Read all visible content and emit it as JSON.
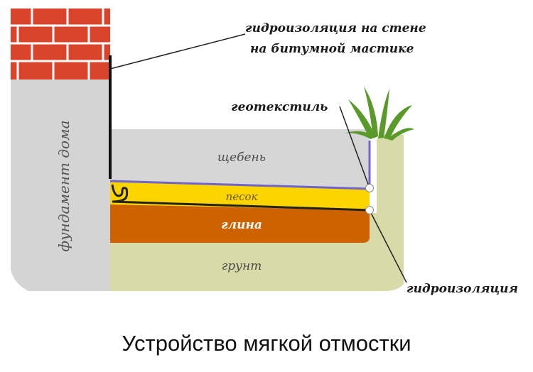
{
  "diagram": {
    "callouts": {
      "wall_waterproofing_line1": "гидроизоляция на стене",
      "wall_waterproofing_line2": "на битумной мастике",
      "geotextile": "геотекстиль",
      "waterproofing": "гидроизоляция"
    },
    "layers": {
      "crushed_stone": "щебень",
      "sand": "песок",
      "clay": "глина",
      "soil": "грунт"
    },
    "foundation": "фундамент дома",
    "caption": "Устройство мягкой отмостки"
  },
  "colors": {
    "brick": "#d9442b",
    "mortar": "#ffffff",
    "foundation": "#d4d4d4",
    "crushed_stone": "#d6d6d6",
    "sand": "#fcd400",
    "clay": "#cc6300",
    "soil": "#d8dba7",
    "grass": "#5a9a2a",
    "geotextile": "#7065c8",
    "waterproofing": "#222222"
  }
}
